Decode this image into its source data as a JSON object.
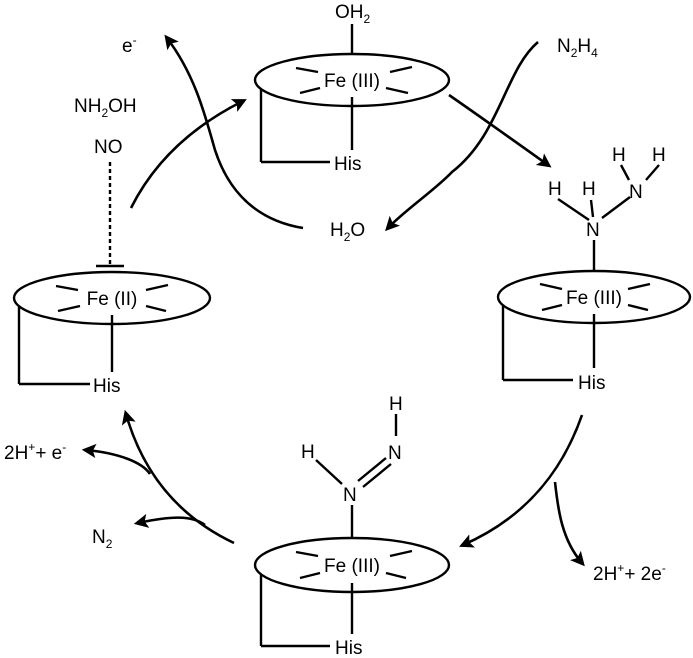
{
  "colors": {
    "ink": "#000000",
    "background": "#ffffff"
  },
  "heme_top": {
    "metal": "Fe (III)",
    "axial": "His",
    "ligand_main": "OH",
    "ligand_sub": "2"
  },
  "heme_right": {
    "metal": "Fe (III)",
    "axial": "His",
    "h1": "H",
    "h2": "H",
    "h3": "H",
    "h4": "H",
    "n1": "N",
    "n2": "N"
  },
  "heme_bottom": {
    "metal": "Fe (III)",
    "axial": "His",
    "h1": "H",
    "h2": "H",
    "n1": "N",
    "n2": "N"
  },
  "heme_left": {
    "metal": "Fe (II)",
    "axial": "His"
  },
  "species": {
    "n2h4": {
      "a": "N",
      "a_sub": "2",
      "b": "H",
      "b_sub": "4"
    },
    "h2o": {
      "a": "H",
      "a_sub": "2",
      "b": "O"
    },
    "e_minus_top": {
      "main": "e",
      "sup": "-"
    },
    "nh2oh": {
      "a": "NH",
      "a_sub": "2",
      "b": "OH"
    },
    "no": "NO",
    "two_h_e": {
      "a": "2H",
      "a_sup": "+",
      "b": "+ e",
      "b_sup": "-"
    },
    "n2": {
      "a": "N",
      "a_sub": "2"
    },
    "two_h_two_e": {
      "a": "2H",
      "a_sup": "+",
      "b": "+ 2e",
      "b_sup": "-"
    }
  }
}
